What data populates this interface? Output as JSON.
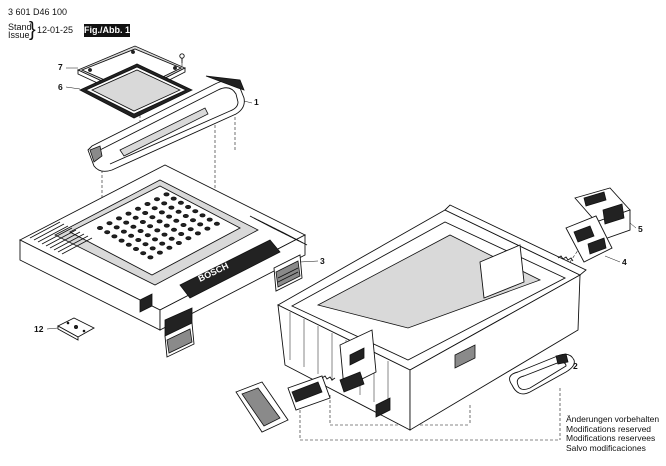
{
  "header": {
    "part_number": "3 601 D46 100",
    "stand": "Stand",
    "issue": "Issue",
    "brace": "}",
    "date": "12-01-25",
    "figure": "Fig./Abb. 1"
  },
  "callouts": {
    "c1": "1",
    "c2": "2",
    "c3": "3",
    "c4": "4",
    "c5": "5",
    "c6": "6",
    "c7": "7",
    "c12": "12"
  },
  "notes": {
    "de": "Änderungen vorbehalten",
    "en": "Modifications reserved",
    "fr": "Modifications reservees",
    "es": "Salvo modificaciones"
  },
  "brand_text": "BOSCH"
}
